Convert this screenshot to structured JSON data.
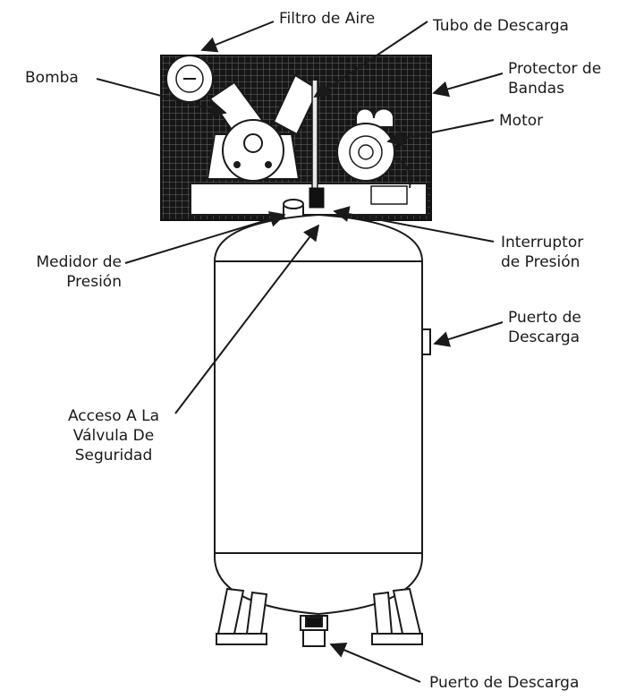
{
  "labels": {
    "air_filter": "Filtro de Aire",
    "discharge_tube": "Tubo de Descarga",
    "pump": "Bomba",
    "belt_guard": [
      "Protector de",
      "Bandas"
    ],
    "motor": "Motor",
    "pressure_gauge": [
      "Medidor de",
      "Presión"
    ],
    "pressure_switch": [
      "Interruptor",
      "de Presión"
    ],
    "discharge_port_side": [
      "Puerto de",
      "Descarga"
    ],
    "safety_valve_access": [
      "Acceso A La",
      "Válvula De",
      "Seguridad"
    ],
    "discharge_port_bottom": "Puerto de Descarga"
  },
  "colors": {
    "line": "#1a1a1a",
    "guard": "#111111",
    "tank_fill": "#ffffff"
  },
  "icons": [
    "arrow-icon"
  ]
}
